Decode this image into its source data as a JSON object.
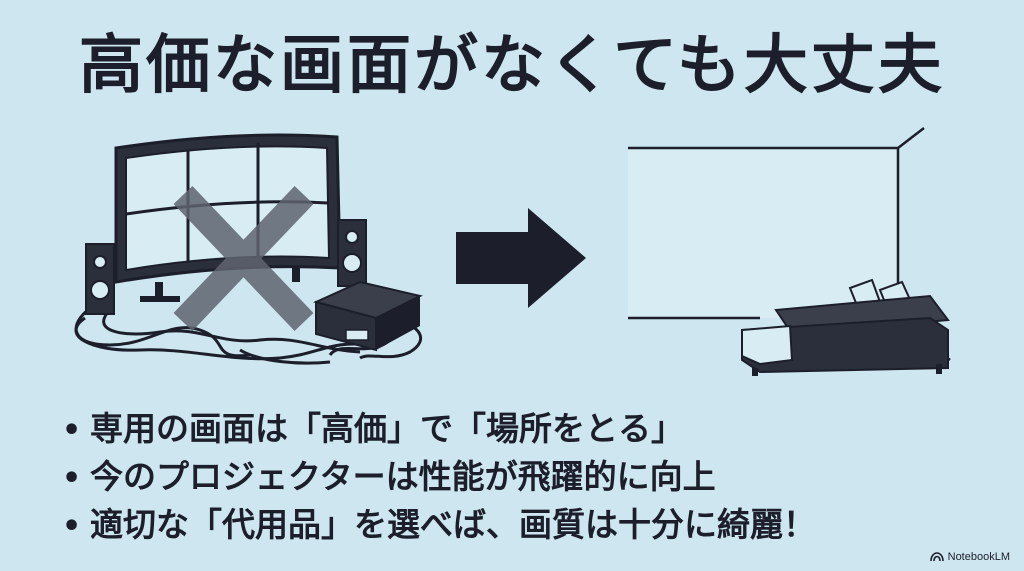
{
  "title": "高価な画面がなくても大丈夫",
  "bullets": [
    {
      "marker": "•",
      "text": "専用の画面は「高価」で「場所をとる」"
    },
    {
      "marker": "•",
      "text": "今のプロジェクターは性能が飛躍的に向上"
    },
    {
      "marker": "•",
      "text": "適切な「代用品」を選べば、画質は十分に綺麗！"
    }
  ],
  "brand": {
    "label": "NotebookLM",
    "icon": "notebooklm-logo-icon"
  },
  "colors": {
    "background": "#cde6ef",
    "ink": "#1c1f2b",
    "cross": "#5f6470",
    "screen": "#d8ecf3"
  }
}
